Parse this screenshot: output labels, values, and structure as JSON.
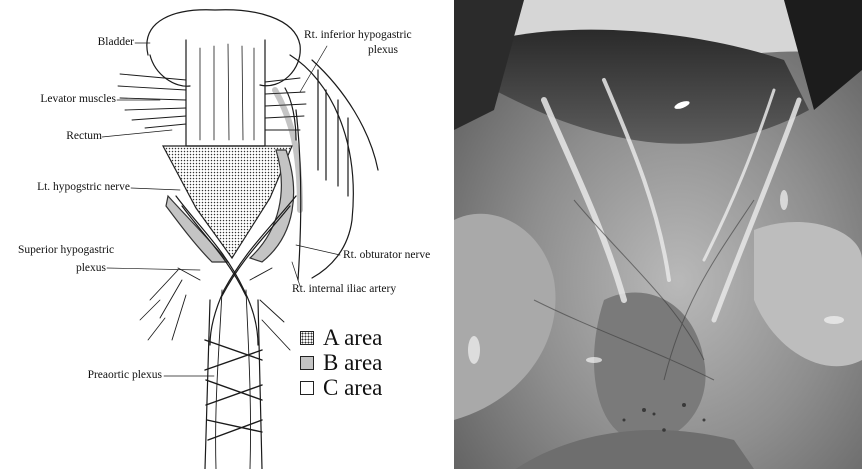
{
  "labels": {
    "bladder": "Bladder",
    "levator_muscles": "Levator muscles",
    "rectum": "Rectum",
    "lt_hypogastric_nerve": "Lt. hypogstric nerve",
    "superior_hypogastric_line1": "Superior hypogastric",
    "superior_hypogastric_line2": "plexus",
    "preaortic_plexus": "Preaortic plexus",
    "rt_inferior_hypogastric_line1": "Rt. inferior hypogastric",
    "rt_inferior_hypogastric_line2": "plexus",
    "rt_obturator_nerve": "Rt. obturator nerve",
    "rt_internal_iliac_artery": "Rt. internal iliac artery"
  },
  "legend": {
    "a": "A area",
    "b": "B area",
    "c": "C area"
  }
}
